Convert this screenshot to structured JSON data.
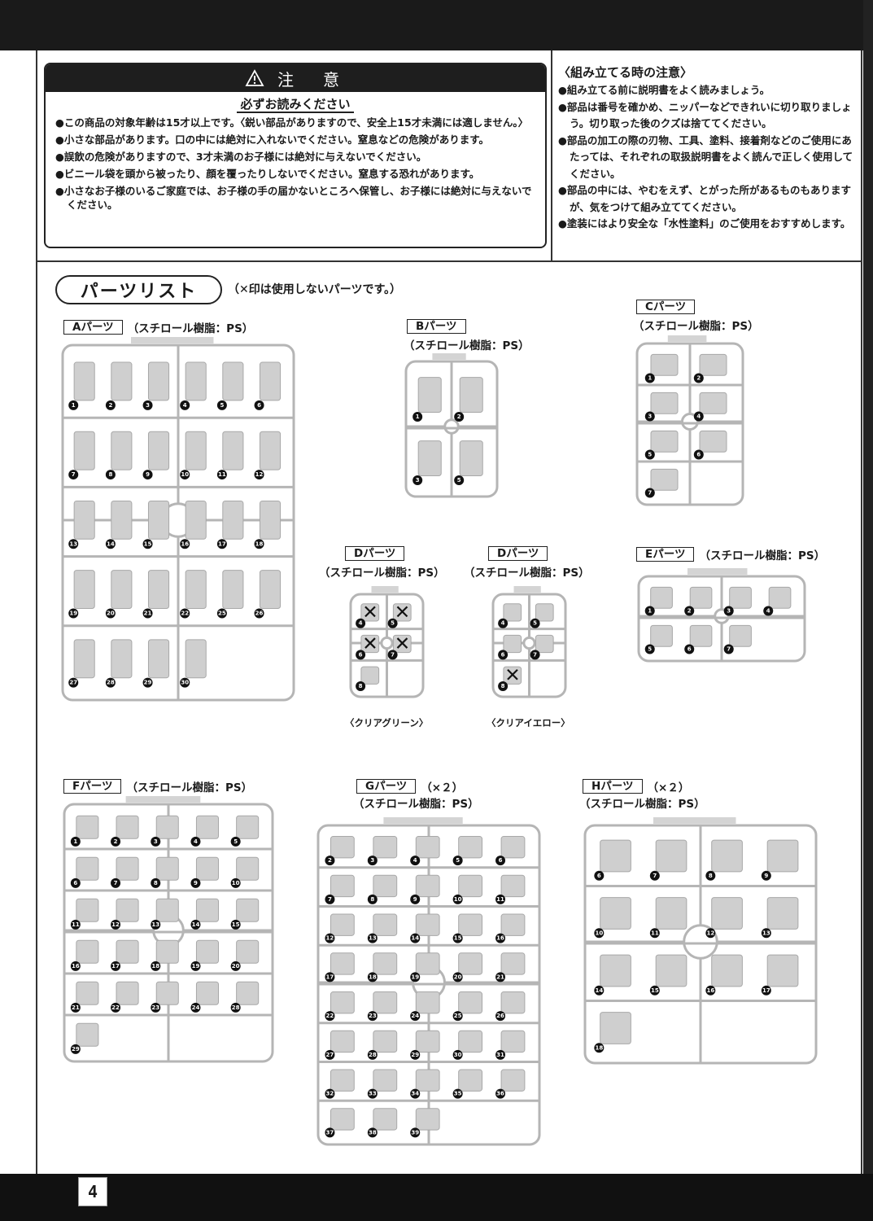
{
  "caution": {
    "title": "注　意",
    "warning_icon": "warning-triangle-icon",
    "subtitle": "必ずお読みください",
    "items": [
      "●この商品の対象年齢は15才以上です。〈鋭い部品がありますので、安全上15才未満には適しません。〉",
      "●小さな部品があります。口の中には絶対に入れないでください。窒息などの危険があります。",
      "●誤飲の危険がありますので、3才未満のお子様には絶対に与えないでください。",
      "●ビニール袋を頭から被ったり、顔を覆ったりしないでください。窒息する恐れがあります。",
      "●小さなお子様のいるご家庭では、お子様の手の届かないところへ保管し、お子様には絶対に与えないでください。"
    ]
  },
  "assembly": {
    "title": "〈組み立てる時の注意〉",
    "items": [
      "●組み立てる前に説明書をよく読みましょう。",
      "●部品は番号を確かめ、ニッパーなどできれいに切り取りましょう。切り取った後のクズは捨ててください。",
      "●部品の加工の際の刃物、工具、塗料、接着剤などのご使用にあたっては、それぞれの取扱説明書をよく読んで正しく使用してください。",
      "●部品の中には、やむをえず、とがった所があるものもありますが、気をつけて組み立ててください。",
      "●塗装にはより安全な「水性塗料」のご使用をおすすめします。"
    ]
  },
  "parts_list": {
    "title": "パーツリスト",
    "note": "（✕印は使用しないパーツです。）",
    "runners": [
      {
        "id": "A",
        "label": "Aパーツ",
        "material": "（スチロール樹脂：PS）",
        "count": "",
        "numbers": [
          "1",
          "2",
          "3",
          "4",
          "5",
          "6",
          "7",
          "8",
          "9",
          "10",
          "11",
          "12",
          "13",
          "14",
          "15",
          "16",
          "17",
          "18",
          "19",
          "20",
          "21",
          "22",
          "25",
          "26",
          "27",
          "28",
          "29",
          "30"
        ]
      },
      {
        "id": "B",
        "label": "Bパーツ",
        "material": "（スチロール樹脂：PS）",
        "count": "",
        "numbers": [
          "1",
          "2",
          "3",
          "5"
        ]
      },
      {
        "id": "C",
        "label": "Cパーツ",
        "material": "（スチロール樹脂：PS）",
        "count": "",
        "numbers": [
          "1",
          "2",
          "3",
          "4",
          "5",
          "6",
          "7"
        ]
      },
      {
        "id": "D1",
        "label": "Dパーツ",
        "material": "（スチロール樹脂：PS）",
        "count": "",
        "caption": "〈クリアグリーン〉",
        "numbers": [
          "4",
          "5",
          "6",
          "7",
          "8"
        ],
        "unused": [
          "4",
          "5",
          "6",
          "7"
        ]
      },
      {
        "id": "D2",
        "label": "Dパーツ",
        "material": "（スチロール樹脂：PS）",
        "count": "",
        "caption": "〈クリアイエロー〉",
        "numbers": [
          "4",
          "5",
          "6",
          "7",
          "8"
        ],
        "unused": [
          "8"
        ]
      },
      {
        "id": "E",
        "label": "Eパーツ",
        "material": "（スチロール樹脂：PS）",
        "count": "",
        "numbers": [
          "1",
          "2",
          "3",
          "4",
          "5",
          "6",
          "7"
        ]
      },
      {
        "id": "F",
        "label": "Fパーツ",
        "material": "（スチロール樹脂：PS）",
        "count": "",
        "numbers": [
          "1",
          "2",
          "3",
          "4",
          "5",
          "6",
          "7",
          "8",
          "9",
          "10",
          "11",
          "12",
          "13",
          "14",
          "15",
          "16",
          "17",
          "18",
          "19",
          "20",
          "21",
          "22",
          "23",
          "24",
          "28",
          "29"
        ]
      },
      {
        "id": "G",
        "label": "Gパーツ",
        "material": "（スチロール樹脂：PS）",
        "count": "（×２）",
        "numbers": [
          "2",
          "3",
          "4",
          "5",
          "6",
          "7",
          "8",
          "9",
          "10",
          "11",
          "12",
          "13",
          "14",
          "15",
          "16",
          "17",
          "18",
          "19",
          "20",
          "21",
          "22",
          "23",
          "24",
          "25",
          "26",
          "27",
          "28",
          "29",
          "30",
          "31",
          "32",
          "33",
          "34",
          "35",
          "36",
          "37",
          "38",
          "39"
        ]
      },
      {
        "id": "H",
        "label": "Hパーツ",
        "material": "（スチロール樹脂：PS）",
        "count": "（×２）",
        "numbers": [
          "6",
          "7",
          "8",
          "9",
          "10",
          "11",
          "12",
          "13",
          "14",
          "15",
          "16",
          "17",
          "18"
        ]
      }
    ]
  },
  "footer": {
    "page_number": "4"
  }
}
